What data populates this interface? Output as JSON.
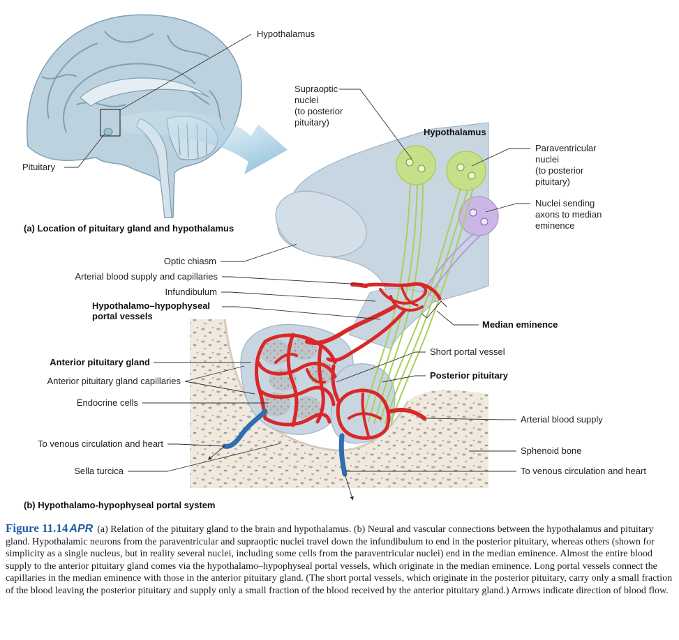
{
  "panel_a": {
    "title": "(a) Location of pituitary gland and hypothalamus",
    "labels": {
      "hypothalamus": "Hypothalamus",
      "pituitary": "Pituitary"
    }
  },
  "panel_b": {
    "title": "(b) Hypothalamo-hypophyseal portal system",
    "labels": {
      "supraoptic": [
        "Supraoptic",
        "nuclei",
        "(to posterior",
        "pituitary)"
      ],
      "hypothalamus": "Hypothalamus",
      "paraventricular": [
        "Paraventricular",
        "nuclei",
        "(to posterior",
        "pituitary)"
      ],
      "nuclei_median": [
        "Nuclei sending",
        "axons to median",
        "eminence"
      ],
      "optic_chiasm": "Optic chiasm",
      "arterial_capillaries": "Arterial blood supply and capillaries",
      "infundibulum": "Infundibulum",
      "portal_vessels": [
        "Hypothalamo–hypophyseal",
        "portal vessels"
      ],
      "median_eminence": "Median eminence",
      "short_portal": "Short portal vessel",
      "anterior_pituitary": "Anterior pituitary gland",
      "posterior_pituitary": "Posterior pituitary",
      "anterior_capillaries": "Anterior pituitary gland capillaries",
      "endocrine_cells": "Endocrine cells",
      "arterial_supply": "Arterial blood supply",
      "venous_left": "To venous circulation and heart",
      "sphenoid": "Sphenoid bone",
      "sella_turcica": "Sella turcica",
      "venous_right": "To venous circulation and heart"
    }
  },
  "caption": {
    "figure_number": "Figure 11.14",
    "apr": "APR",
    "text": "(a) Relation of the pituitary gland to the brain and hypothalamus. (b) Neural and vascular connections between the hypothalamus and pituitary gland. Hypothalamic neurons from the paraventricular and supraoptic nuclei travel down the infundibulum to end in the posterior pituitary, whereas others (shown for simplicity as a single nucleus, but in reality several nuclei, including some cells from the paraventricular nuclei) end in the median eminence. Almost the entire blood supply to the anterior pituitary gland comes via the hypothalamo–hypophyseal portal vessels, which originate in the median eminence. Long portal vessels connect the capillaries in the median eminence with those in the anterior pituitary gland. (The short portal vessels, which originate in the posterior pituitary, carry only a small fraction of the blood leaving the posterior pituitary and supply only a small fraction of the blood received by the anterior pituitary gland.) Arrows indicate direction of blood flow."
  },
  "colors": {
    "brain": "#bcd3df",
    "brain_fold": "#7f9fb2",
    "tissue": "#c8d6e2",
    "vessel": "#d92828",
    "vein": "#2f6fb0",
    "nucleus_green": "#c6e08a",
    "nucleus_purple": "#cbb7e6",
    "bone": "#eee8df",
    "caption_blue": "#1f5fa8"
  }
}
